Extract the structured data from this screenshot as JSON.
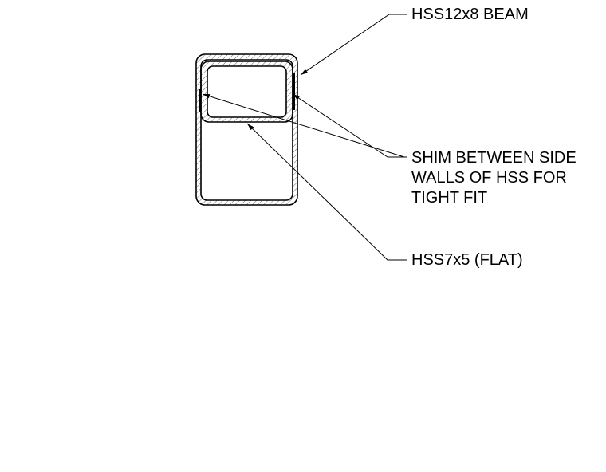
{
  "callouts": {
    "beam": "HSS12x8 BEAM",
    "shim": [
      "SHIM BETWEEN SIDE",
      "WALLS OF HSS FOR",
      "TIGHT FIT"
    ],
    "tube": "HSS7x5 (FLAT)"
  },
  "colors": {
    "ink": "#000000",
    "hatch": "#555555",
    "paper": "#ffffff"
  }
}
